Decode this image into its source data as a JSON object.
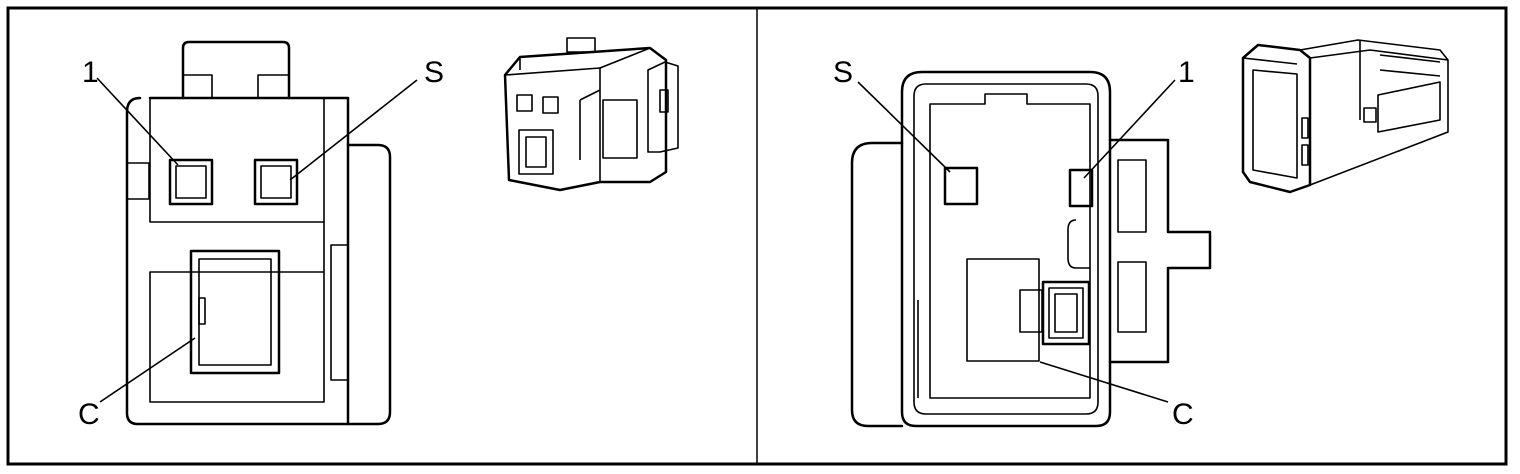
{
  "colors": {
    "stroke": "#000000",
    "background": "#ffffff"
  },
  "left_view": {
    "labels": {
      "pin1": "1",
      "pinS": "S",
      "pinC": "C"
    }
  },
  "right_view": {
    "labels": {
      "pin1": "1",
      "pinS": "S",
      "pinC": "C"
    }
  }
}
